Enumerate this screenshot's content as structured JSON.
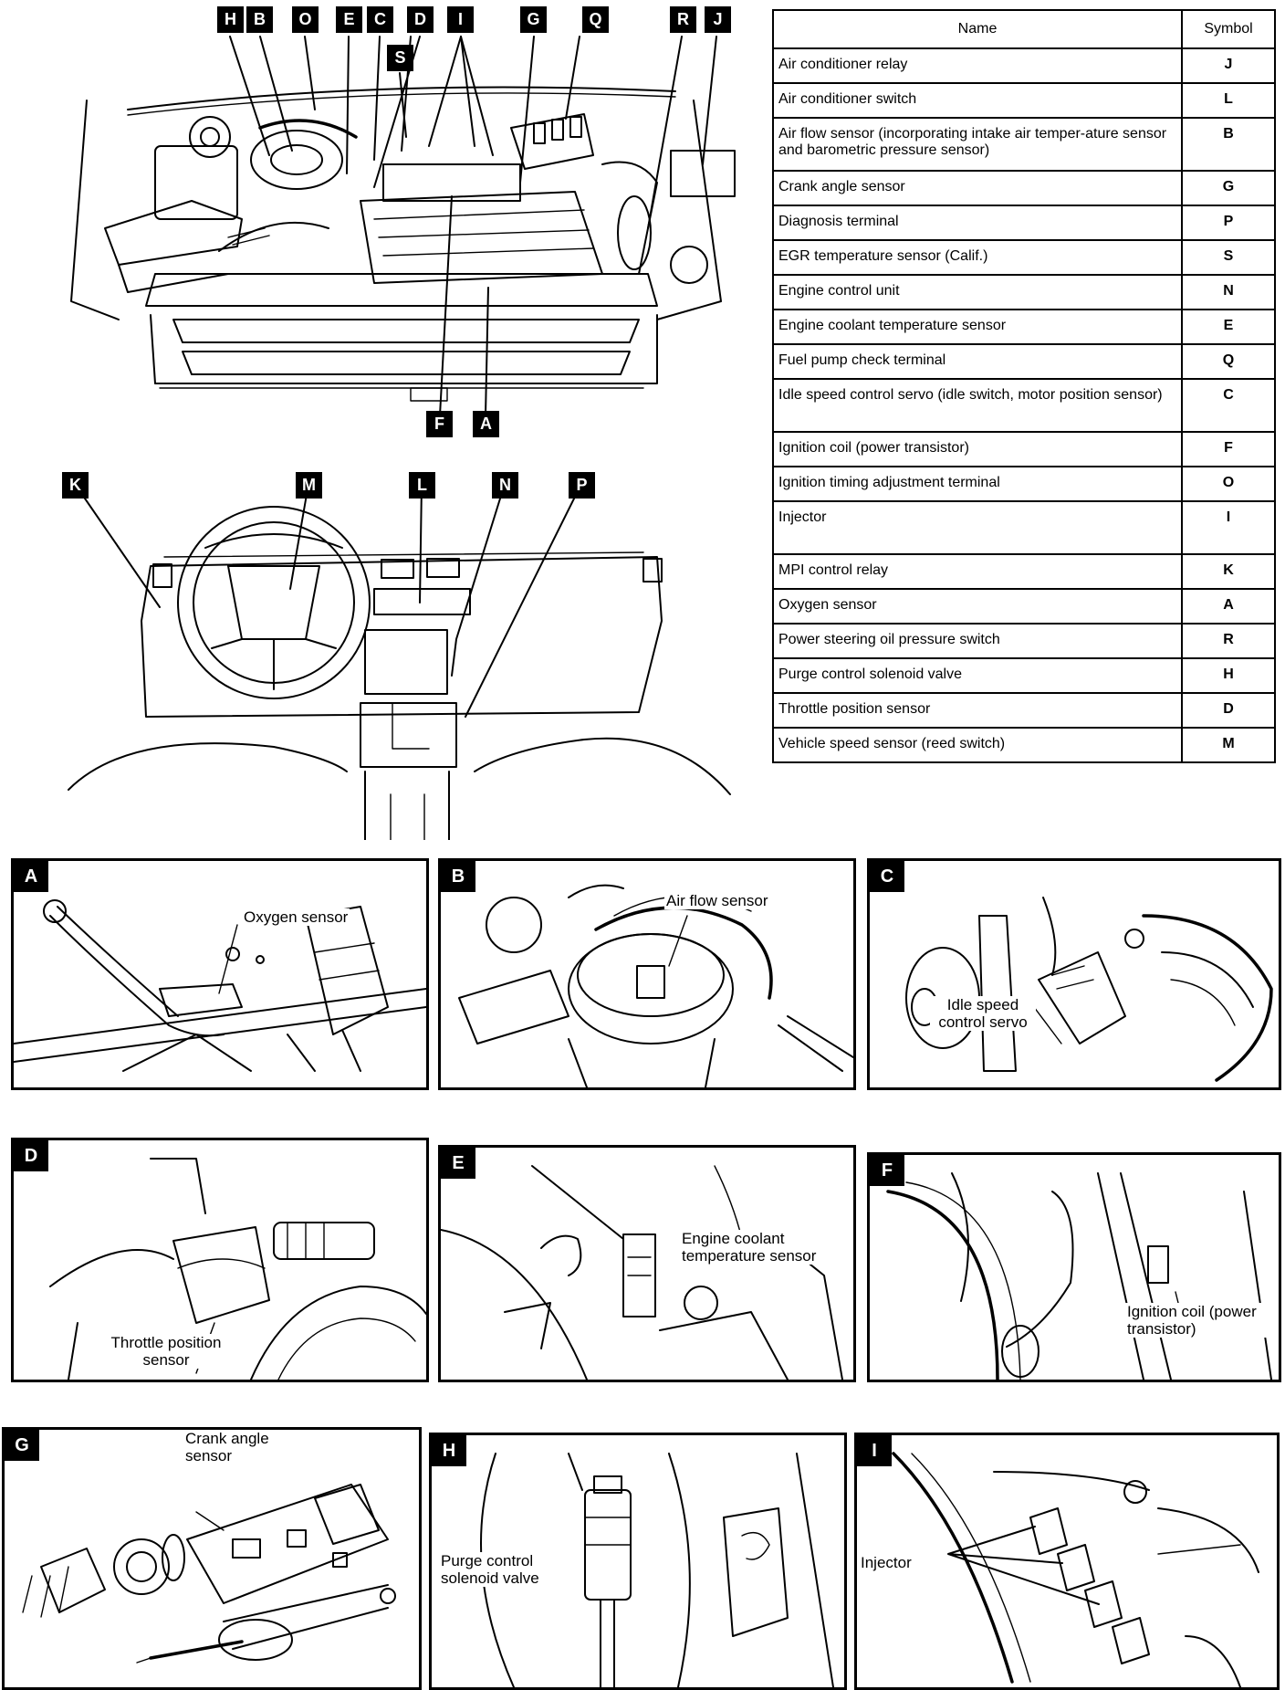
{
  "table": {
    "header_name": "Name",
    "header_symbol": "Symbol",
    "rows": [
      {
        "name": "Air conditioner relay",
        "symbol": "J"
      },
      {
        "name": "Air conditioner switch",
        "symbol": "L"
      },
      {
        "name": "Air flow sensor (incorporating intake air temper-ature sensor and barometric pressure sensor)",
        "symbol": "B"
      },
      {
        "name": "Crank angle sensor",
        "symbol": "G"
      },
      {
        "name": "Diagnosis terminal",
        "symbol": "P"
      },
      {
        "name": "EGR temperature sensor (Calif.)",
        "symbol": "S"
      },
      {
        "name": "Engine control unit",
        "symbol": "N"
      },
      {
        "name": "Engine coolant temperature sensor",
        "symbol": "E"
      },
      {
        "name": "Fuel pump check terminal",
        "symbol": "Q"
      },
      {
        "name": "Idle speed control servo (idle switch, motor position sensor)",
        "symbol": "C"
      },
      {
        "name": "Ignition coil (power transistor)",
        "symbol": "F"
      },
      {
        "name": "Ignition timing adjustment terminal",
        "symbol": "O"
      },
      {
        "name": "Injector",
        "symbol": "I"
      },
      {
        "name": "MPI control relay",
        "symbol": "K"
      },
      {
        "name": "Oxygen sensor",
        "symbol": "A"
      },
      {
        "name": "Power steering oil pressure switch",
        "symbol": "R"
      },
      {
        "name": "Purge control solenoid valve",
        "symbol": "H"
      },
      {
        "name": "Throttle position sensor",
        "symbol": "D"
      },
      {
        "name": "Vehicle speed sensor (reed switch)",
        "symbol": "M"
      }
    ]
  },
  "engine_callouts": {
    "H": "H",
    "B": "B",
    "O": "O",
    "E": "E",
    "C": "C",
    "D": "D",
    "I": "I",
    "S": "S",
    "G": "G",
    "Q": "Q",
    "R": "R",
    "J": "J",
    "F": "F",
    "A": "A"
  },
  "dash_callouts": {
    "K": "K",
    "M": "M",
    "L": "L",
    "N": "N",
    "P": "P"
  },
  "panels": {
    "A": {
      "tag": "A",
      "caption": "Oxygen sensor"
    },
    "B": {
      "tag": "B",
      "caption": "Air flow sensor"
    },
    "C": {
      "tag": "C",
      "caption": "Idle speed control servo"
    },
    "D": {
      "tag": "D",
      "caption": "Throttle position sensor"
    },
    "E": {
      "tag": "E",
      "caption": "Engine coolant temperature sensor"
    },
    "F": {
      "tag": "F",
      "caption": "Ignition coil (power transistor)"
    },
    "G": {
      "tag": "G",
      "caption": "Crank angle sensor"
    },
    "H": {
      "tag": "H",
      "caption": "Purge control solenoid valve"
    },
    "I": {
      "tag": "I",
      "caption": "Injector"
    }
  }
}
